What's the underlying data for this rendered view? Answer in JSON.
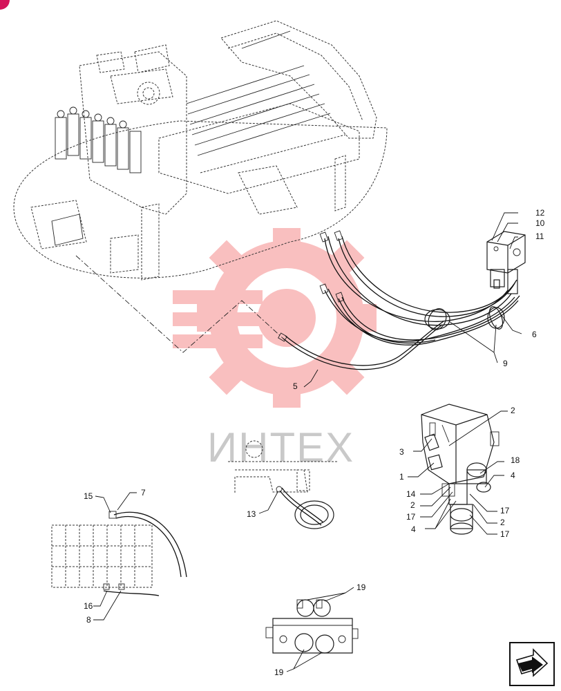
{
  "watermark": {
    "text": "ИНТЕХ",
    "gear_color": "#f04a4a"
  },
  "nav": {
    "icon": "next-page-arrow-icon"
  },
  "corner_marker": {
    "color": "#d4145a"
  },
  "callouts": [
    {
      "id": "c12",
      "label": "12"
    },
    {
      "id": "c10",
      "label": "10"
    },
    {
      "id": "c11",
      "label": "11"
    },
    {
      "id": "c6",
      "label": "6"
    },
    {
      "id": "c9",
      "label": "9"
    },
    {
      "id": "c5",
      "label": "5"
    },
    {
      "id": "c2a",
      "label": "2"
    },
    {
      "id": "c3",
      "label": "3"
    },
    {
      "id": "c18",
      "label": "18"
    },
    {
      "id": "c1",
      "label": "1"
    },
    {
      "id": "c4a",
      "label": "4"
    },
    {
      "id": "c14",
      "label": "14"
    },
    {
      "id": "c2b",
      "label": "2"
    },
    {
      "id": "c17a",
      "label": "17"
    },
    {
      "id": "c17b",
      "label": "17"
    },
    {
      "id": "c2c",
      "label": "2"
    },
    {
      "id": "c4b",
      "label": "4"
    },
    {
      "id": "c17c",
      "label": "17"
    },
    {
      "id": "c15",
      "label": "15"
    },
    {
      "id": "c7",
      "label": "7"
    },
    {
      "id": "c13",
      "label": "13"
    },
    {
      "id": "c16",
      "label": "16"
    },
    {
      "id": "c8",
      "label": "8"
    },
    {
      "id": "c19a",
      "label": "19"
    },
    {
      "id": "c19b",
      "label": "19"
    }
  ]
}
